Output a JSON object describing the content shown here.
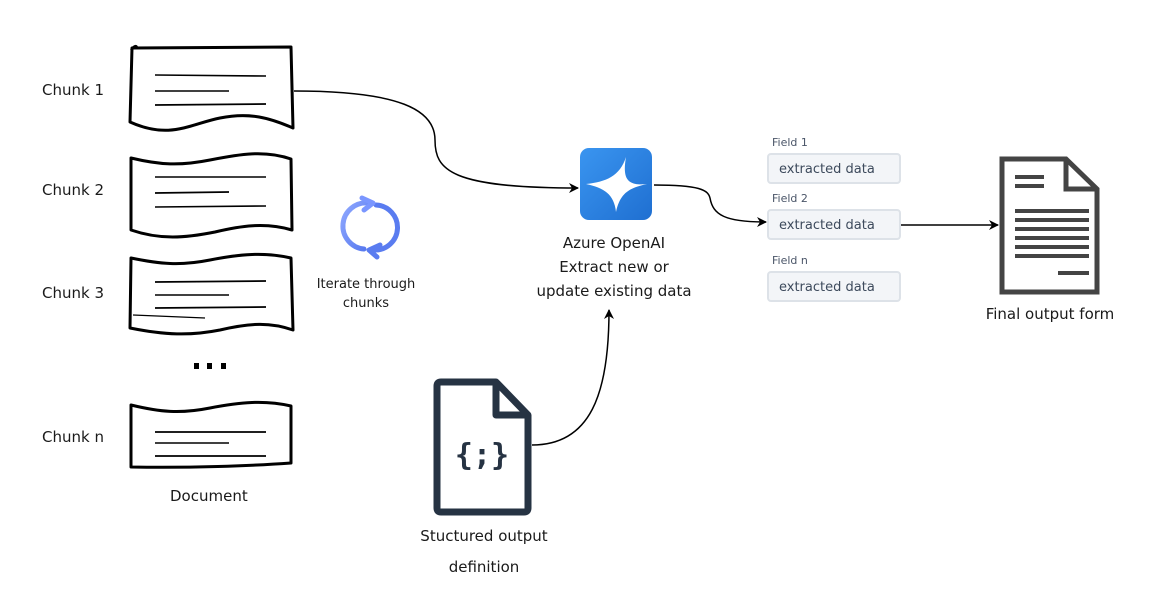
{
  "document": {
    "label": "Document",
    "chunks": [
      {
        "label": "Chunk 1"
      },
      {
        "label": "Chunk 2"
      },
      {
        "label": "Chunk 3"
      },
      {
        "label": "Chunk n"
      }
    ],
    "ellipsis_icon": "ellipsis-icon"
  },
  "iterate": {
    "icon": "refresh-cycle-icon",
    "label_line1": "Iterate through",
    "label_line2": "chunks",
    "color": "#6b8cff"
  },
  "azure_openai": {
    "icon": "azure-openai-icon",
    "label_line1": "Azure OpenAI",
    "label_line2": "Extract new or",
    "label_line3": "update existing data",
    "color": "#2f86e6"
  },
  "structured_output": {
    "icon": "json-file-icon",
    "label_line1": "Stuctured output",
    "label_line2": "definition",
    "icon_glyph": "{;}",
    "color": "#263343"
  },
  "fields": [
    {
      "label": "Field 1",
      "value": "extracted data"
    },
    {
      "label": "Field 2",
      "value": "extracted data"
    },
    {
      "label": "Field n",
      "value": "extracted data"
    }
  ],
  "final_output": {
    "icon": "document-icon",
    "label": "Final output form",
    "color": "#444444"
  }
}
